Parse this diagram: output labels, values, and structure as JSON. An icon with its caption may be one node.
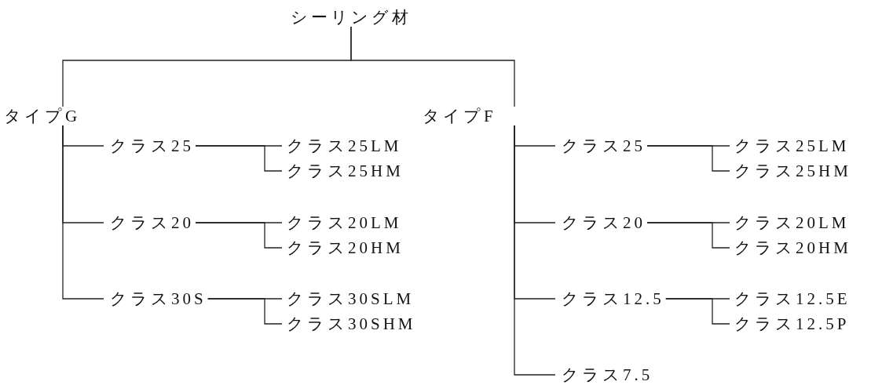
{
  "diagram": {
    "nodes": [
      {
        "text": [
          "シーリング材"
        ]
      },
      {
        "text": [
          "タイプG"
        ]
      },
      {
        "text": [
          "タイプF"
        ]
      },
      {
        "text": [
          "クラス25"
        ]
      },
      {
        "text": [
          "クラス25LM"
        ]
      },
      {
        "text": [
          "クラス25HM"
        ]
      },
      {
        "text": [
          "クラス20"
        ]
      },
      {
        "text": [
          "クラス20LM"
        ]
      },
      {
        "text": [
          "クラス20HM"
        ]
      },
      {
        "text": [
          "クラス30S"
        ]
      },
      {
        "text": [
          "クラス30SLM"
        ]
      },
      {
        "text": [
          "クラス30SHM"
        ]
      },
      {
        "text": [
          "クラス25"
        ]
      },
      {
        "text": [
          "クラス25LM"
        ]
      },
      {
        "text": [
          "クラス25HM"
        ]
      },
      {
        "text": [
          "クラス20"
        ]
      },
      {
        "text": [
          "クラス20LM"
        ]
      },
      {
        "text": [
          "クラス20HM"
        ]
      },
      {
        "text": [
          "クラス12.5"
        ]
      },
      {
        "text": [
          "クラス12.5E"
        ]
      },
      {
        "text": [
          "クラス12.5P"
        ]
      },
      {
        "text": [
          "クラス7.5"
        ]
      }
    ],
    "edges": [
      {
        "from": 0,
        "to": 1,
        "arrow": "none"
      },
      {
        "from": 0,
        "to": 2,
        "arrow": "none"
      },
      {
        "from": 1,
        "to": 3,
        "arrow": "none"
      },
      {
        "from": 3,
        "to": 4,
        "arrow": "none"
      },
      {
        "from": 3,
        "to": 5,
        "arrow": "none"
      },
      {
        "from": 1,
        "to": 6,
        "arrow": "none"
      },
      {
        "from": 6,
        "to": 7,
        "arrow": "none"
      },
      {
        "from": 6,
        "to": 8,
        "arrow": "none"
      },
      {
        "from": 1,
        "to": 9,
        "arrow": "none"
      },
      {
        "from": 9,
        "to": 10,
        "arrow": "none"
      },
      {
        "from": 9,
        "to": 11,
        "arrow": "none"
      },
      {
        "from": 2,
        "to": 12,
        "arrow": "none"
      },
      {
        "from": 12,
        "to": 13,
        "arrow": "none"
      },
      {
        "from": 12,
        "to": 14,
        "arrow": "none"
      },
      {
        "from": 2,
        "to": 15,
        "arrow": "none"
      },
      {
        "from": 15,
        "to": 16,
        "arrow": "none"
      },
      {
        "from": 15,
        "to": 17,
        "arrow": "none"
      },
      {
        "from": 2,
        "to": 18,
        "arrow": "none"
      },
      {
        "from": 18,
        "to": 19,
        "arrow": "none"
      },
      {
        "from": 18,
        "to": 20,
        "arrow": "none"
      },
      {
        "from": 2,
        "to": 21,
        "arrow": "none"
      }
    ]
  }
}
